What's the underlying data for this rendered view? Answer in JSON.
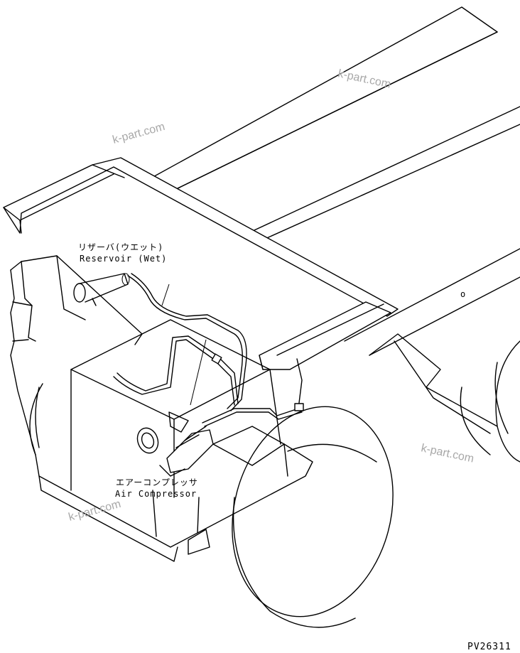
{
  "labels": {
    "reservoir_jp": "リザーバ(ウエット)",
    "reservoir_en": "Reservoir (Wet)",
    "compressor_jp": "エアーコンプレッサ",
    "compressor_en": "Air Compressor"
  },
  "watermarks": [
    "k-part.com",
    "k-part.com",
    "k-part.com",
    "k-part.com"
  ],
  "drawing_code": "PV26311",
  "small_mark": "o"
}
